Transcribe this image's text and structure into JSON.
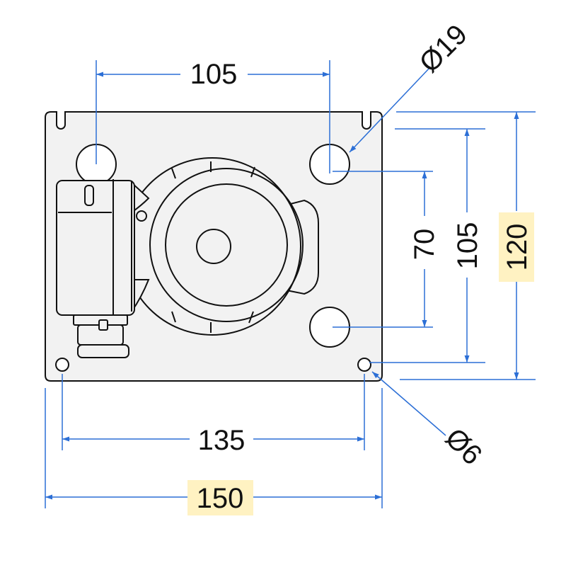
{
  "drawing": {
    "dimensions": {
      "top_width": "105",
      "hole_large_dia": "Ø19",
      "hole_spacing_vertical": "70",
      "hole_span_vertical": "105",
      "plate_height": "120",
      "mount_hole_spacing": "135",
      "plate_width": "150",
      "hole_small_dia": "Ø6"
    },
    "colors": {
      "dimension_line": "#2c6fd6",
      "outline": "#111111",
      "plate_fill": "#f2f2f2",
      "highlight": "#fff2c2"
    }
  }
}
